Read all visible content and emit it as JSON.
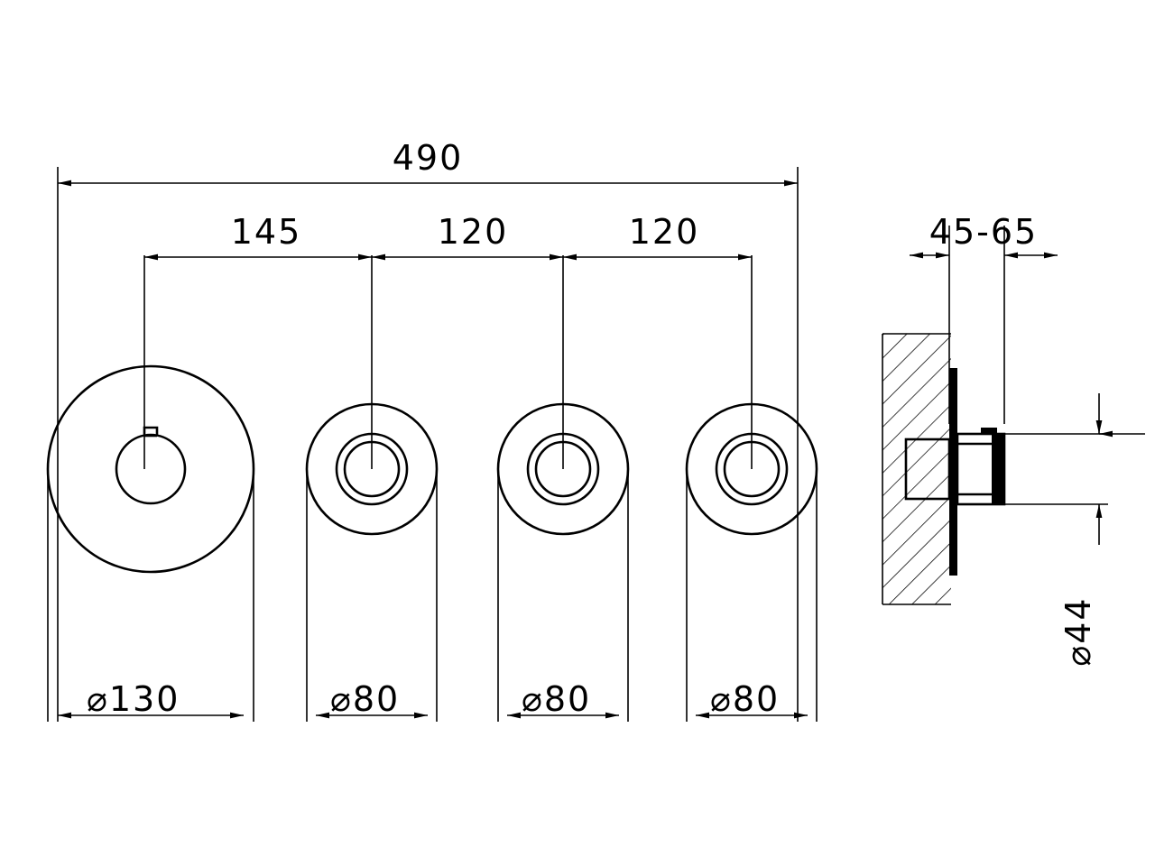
{
  "drawing": {
    "title": "Concealed thermostatic shower valve plate dimension drawing",
    "units": "mm",
    "line_color": "#000000",
    "background_color": "#ffffff",
    "views": [
      {
        "name": "front-view",
        "label": "",
        "overall_width": "490"
      },
      {
        "name": "side-section-view",
        "label": ""
      }
    ],
    "dimensions": {
      "overall_width": "490",
      "spacing_1": "145",
      "spacing_2": "120",
      "spacing_3": "120",
      "plate_large_diameter": "⌀130",
      "plate_small_diameter_1": "⌀80",
      "plate_small_diameter_2": "⌀80",
      "plate_small_diameter_3": "⌀80",
      "wall_thickness_range": "45-65",
      "body_diameter": "⌀44"
    },
    "labels": {
      "d490": "490",
      "d145": "145",
      "d120_a": "120",
      "d120_b": "120",
      "d130": "⌀130",
      "d80_a": "⌀80",
      "d80_b": "⌀80",
      "d80_c": "⌀80",
      "d45_65": "45-65",
      "d44": "⌀44"
    }
  }
}
